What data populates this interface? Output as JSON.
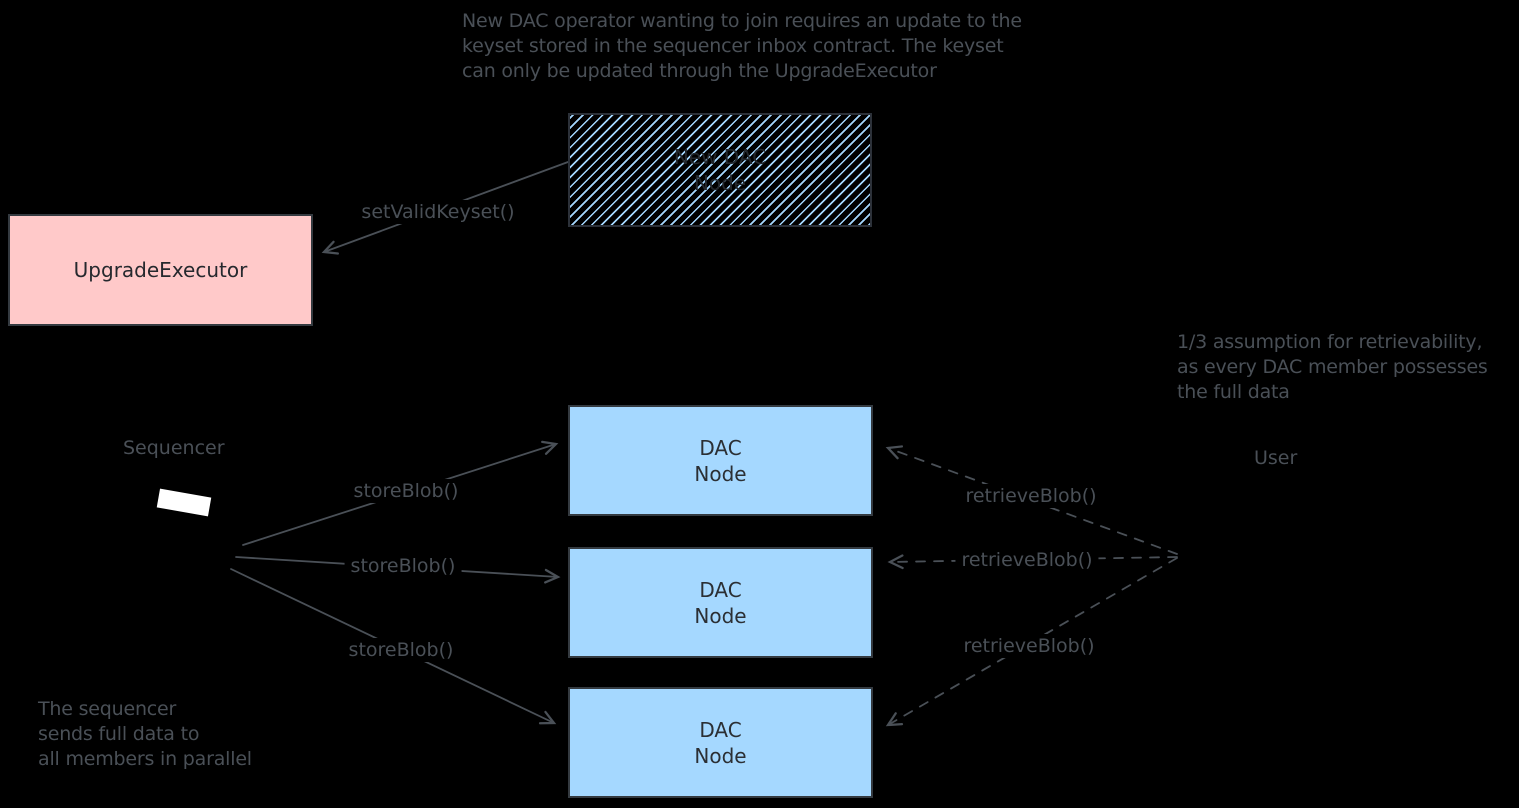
{
  "colors": {
    "background": "#000000",
    "stroke_gray": "#4a5057",
    "box_blue_fill": "#a5d8ff",
    "box_pink_fill": "#ffc9c9",
    "box_border": "#343a40",
    "sequencer_icon": "#ffffff"
  },
  "notes": {
    "top": {
      "lines": [
        "New DAC operator wanting to join requires an update to the",
        "keyset stored in the sequencer inbox contract. The keyset",
        "can only be updated through the UpgradeExecutor"
      ]
    },
    "right": {
      "lines": [
        "1/3 assumption for retrievability,",
        "as every DAC member possesses",
        "the full data"
      ]
    },
    "bottom_left": {
      "lines": [
        "The sequencer",
        "sends full data to",
        "all members in parallel"
      ]
    }
  },
  "boxes": {
    "new_dac": {
      "line1": "New DAC",
      "line2": "Node"
    },
    "upgrade_executor": {
      "label": "UpgradeExecutor"
    },
    "dac_nodes": [
      {
        "line1": "DAC",
        "line2": "Node"
      },
      {
        "line1": "DAC",
        "line2": "Node"
      },
      {
        "line1": "DAC",
        "line2": "Node"
      }
    ]
  },
  "labels": {
    "sequencer": "Sequencer",
    "user": "User",
    "set_valid_keyset": "setValidKeyset()",
    "store_blob": "storeBlob()",
    "retrieve_blob": "retrieveBlob()"
  }
}
